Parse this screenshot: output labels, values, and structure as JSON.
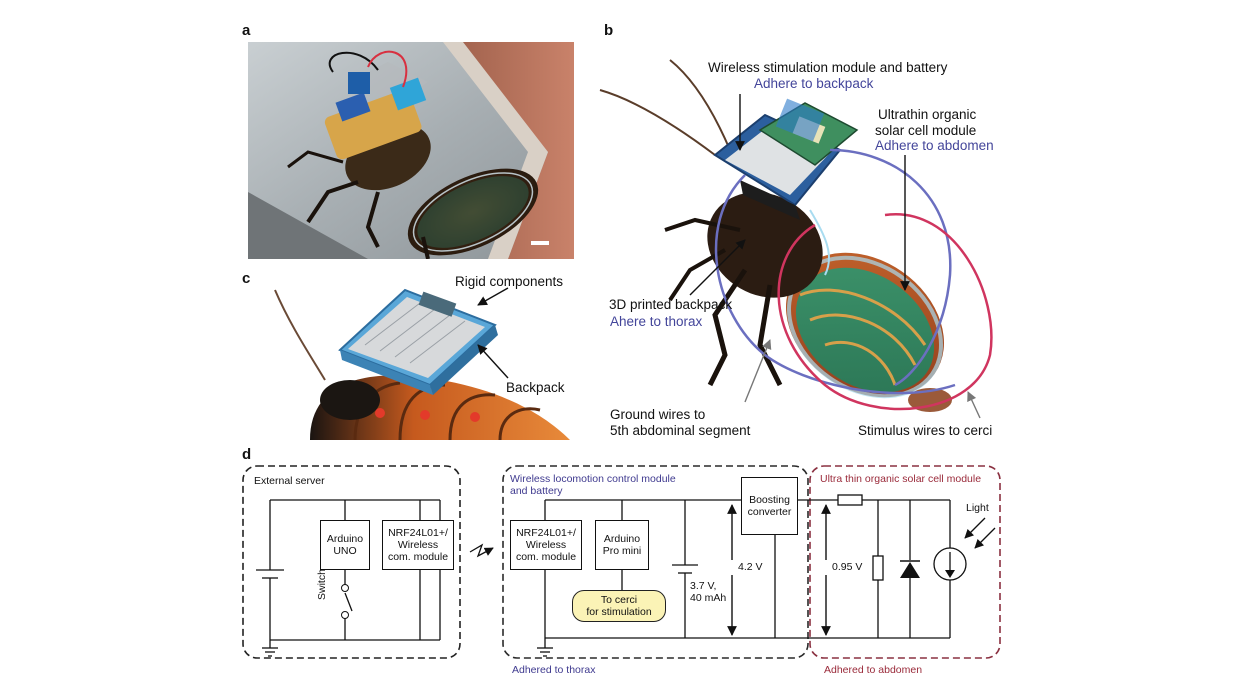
{
  "panels": {
    "a": "a",
    "b": "b",
    "c": "c",
    "d": "d"
  },
  "panel_b": {
    "module_title": "Wireless stimulation module and battery",
    "module_note": "Adhere to backpack",
    "solar_title_1": "Ultrathin organic",
    "solar_title_2": "solar cell module",
    "solar_note": "Adhere to abdomen",
    "backpack_title": "3D printed backpack",
    "backpack_note": "Ahere to thorax",
    "ground_1": "Ground wires to",
    "ground_2": "5th abdominal segment",
    "stimulus": "Stimulus wires to cerci"
  },
  "panel_c": {
    "rigid": "Rigid components",
    "backpack": "Backpack"
  },
  "panel_d": {
    "external_server": "External server",
    "arduino_uno_1": "Arduino",
    "arduino_uno_2": "UNO",
    "nrf_ext_1": "NRF24L01+/",
    "nrf_ext_2": "Wireless",
    "nrf_ext_3": "com. module",
    "switch": "Switch",
    "wireless_module_1": "Wireless locomotion control module",
    "wireless_module_2": "and battery",
    "nrf_int_1": "NRF24L01+/",
    "nrf_int_2": "Wireless",
    "nrf_int_3": "com. module",
    "pro_mini_1": "Arduino",
    "pro_mini_2": "Pro mini",
    "to_cerci_1": "To cerci",
    "to_cerci_2": "for stimulation",
    "battery_1": "3.7 V,",
    "battery_2": "40 mAh",
    "v42": "4.2 V",
    "boost_1": "Boosting",
    "boost_2": "converter",
    "solar_module": "Ultra thin organic solar cell module",
    "v095": "0.95 V",
    "light": "Light",
    "adhered_thorax": "Adhered to thorax",
    "adhered_abdomen": "Adhered to abdomen"
  },
  "colors": {
    "thorax_box": "#2a2a2a",
    "abdomen_box": "#8a3040",
    "label_blue": "#43459a",
    "pill_fill": "#fbf3b6"
  }
}
